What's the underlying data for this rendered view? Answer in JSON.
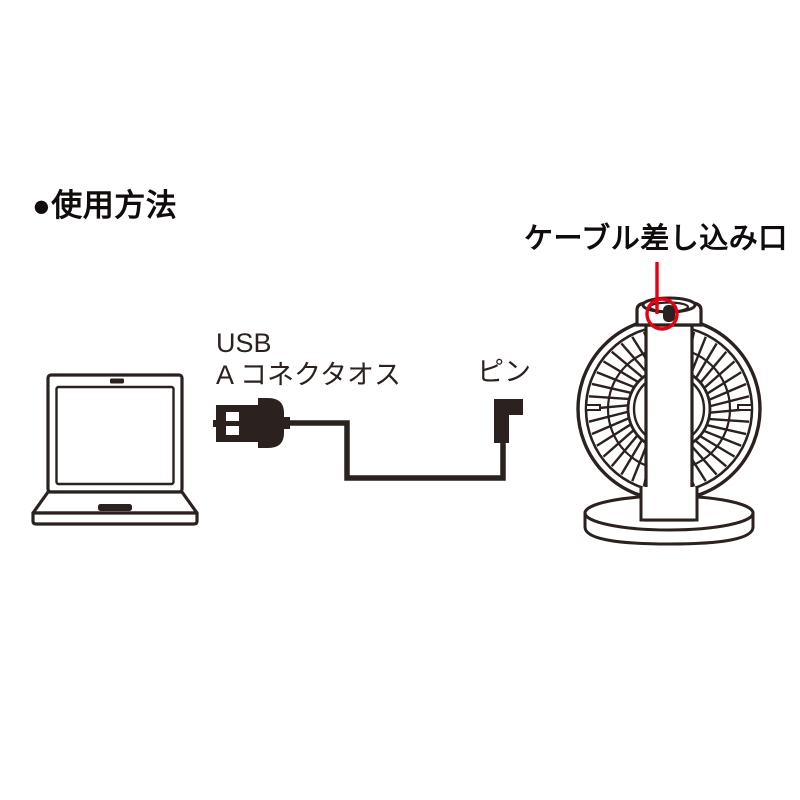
{
  "page": {
    "title": "使用方法",
    "bullet": "●",
    "heading_text": "●使用方法",
    "background": "#ffffff",
    "ink_color": "#2b211e",
    "accent_color": "#e60012"
  },
  "labels": {
    "usb_line1": "USB",
    "usb_line2": "A コネクタオス",
    "pin": "ピン",
    "cable_port": "ケーブル差し込み口"
  },
  "diagram": {
    "laptop": {
      "name": "ノートパソコン",
      "screen_present": true,
      "webcam_present": true,
      "trackpad_present": true
    },
    "usb_connector": {
      "type": "USB A オス",
      "slot_count": 2,
      "color": "#2b211e"
    },
    "pin_connector": {
      "type": "ピン",
      "shape": "L字",
      "color": "#2b211e"
    },
    "cable": {
      "path": "USBコネクタから右、下、右、上へピンコネクタ",
      "color": "#2b211e",
      "stroke_width": 5
    },
    "fan": {
      "name": "卓上扇風機",
      "grille_fin_count": 40,
      "column_present": true,
      "base_present": true,
      "port_highlight": {
        "shape": "circle",
        "color": "#e60012",
        "leader_line": true
      }
    }
  }
}
